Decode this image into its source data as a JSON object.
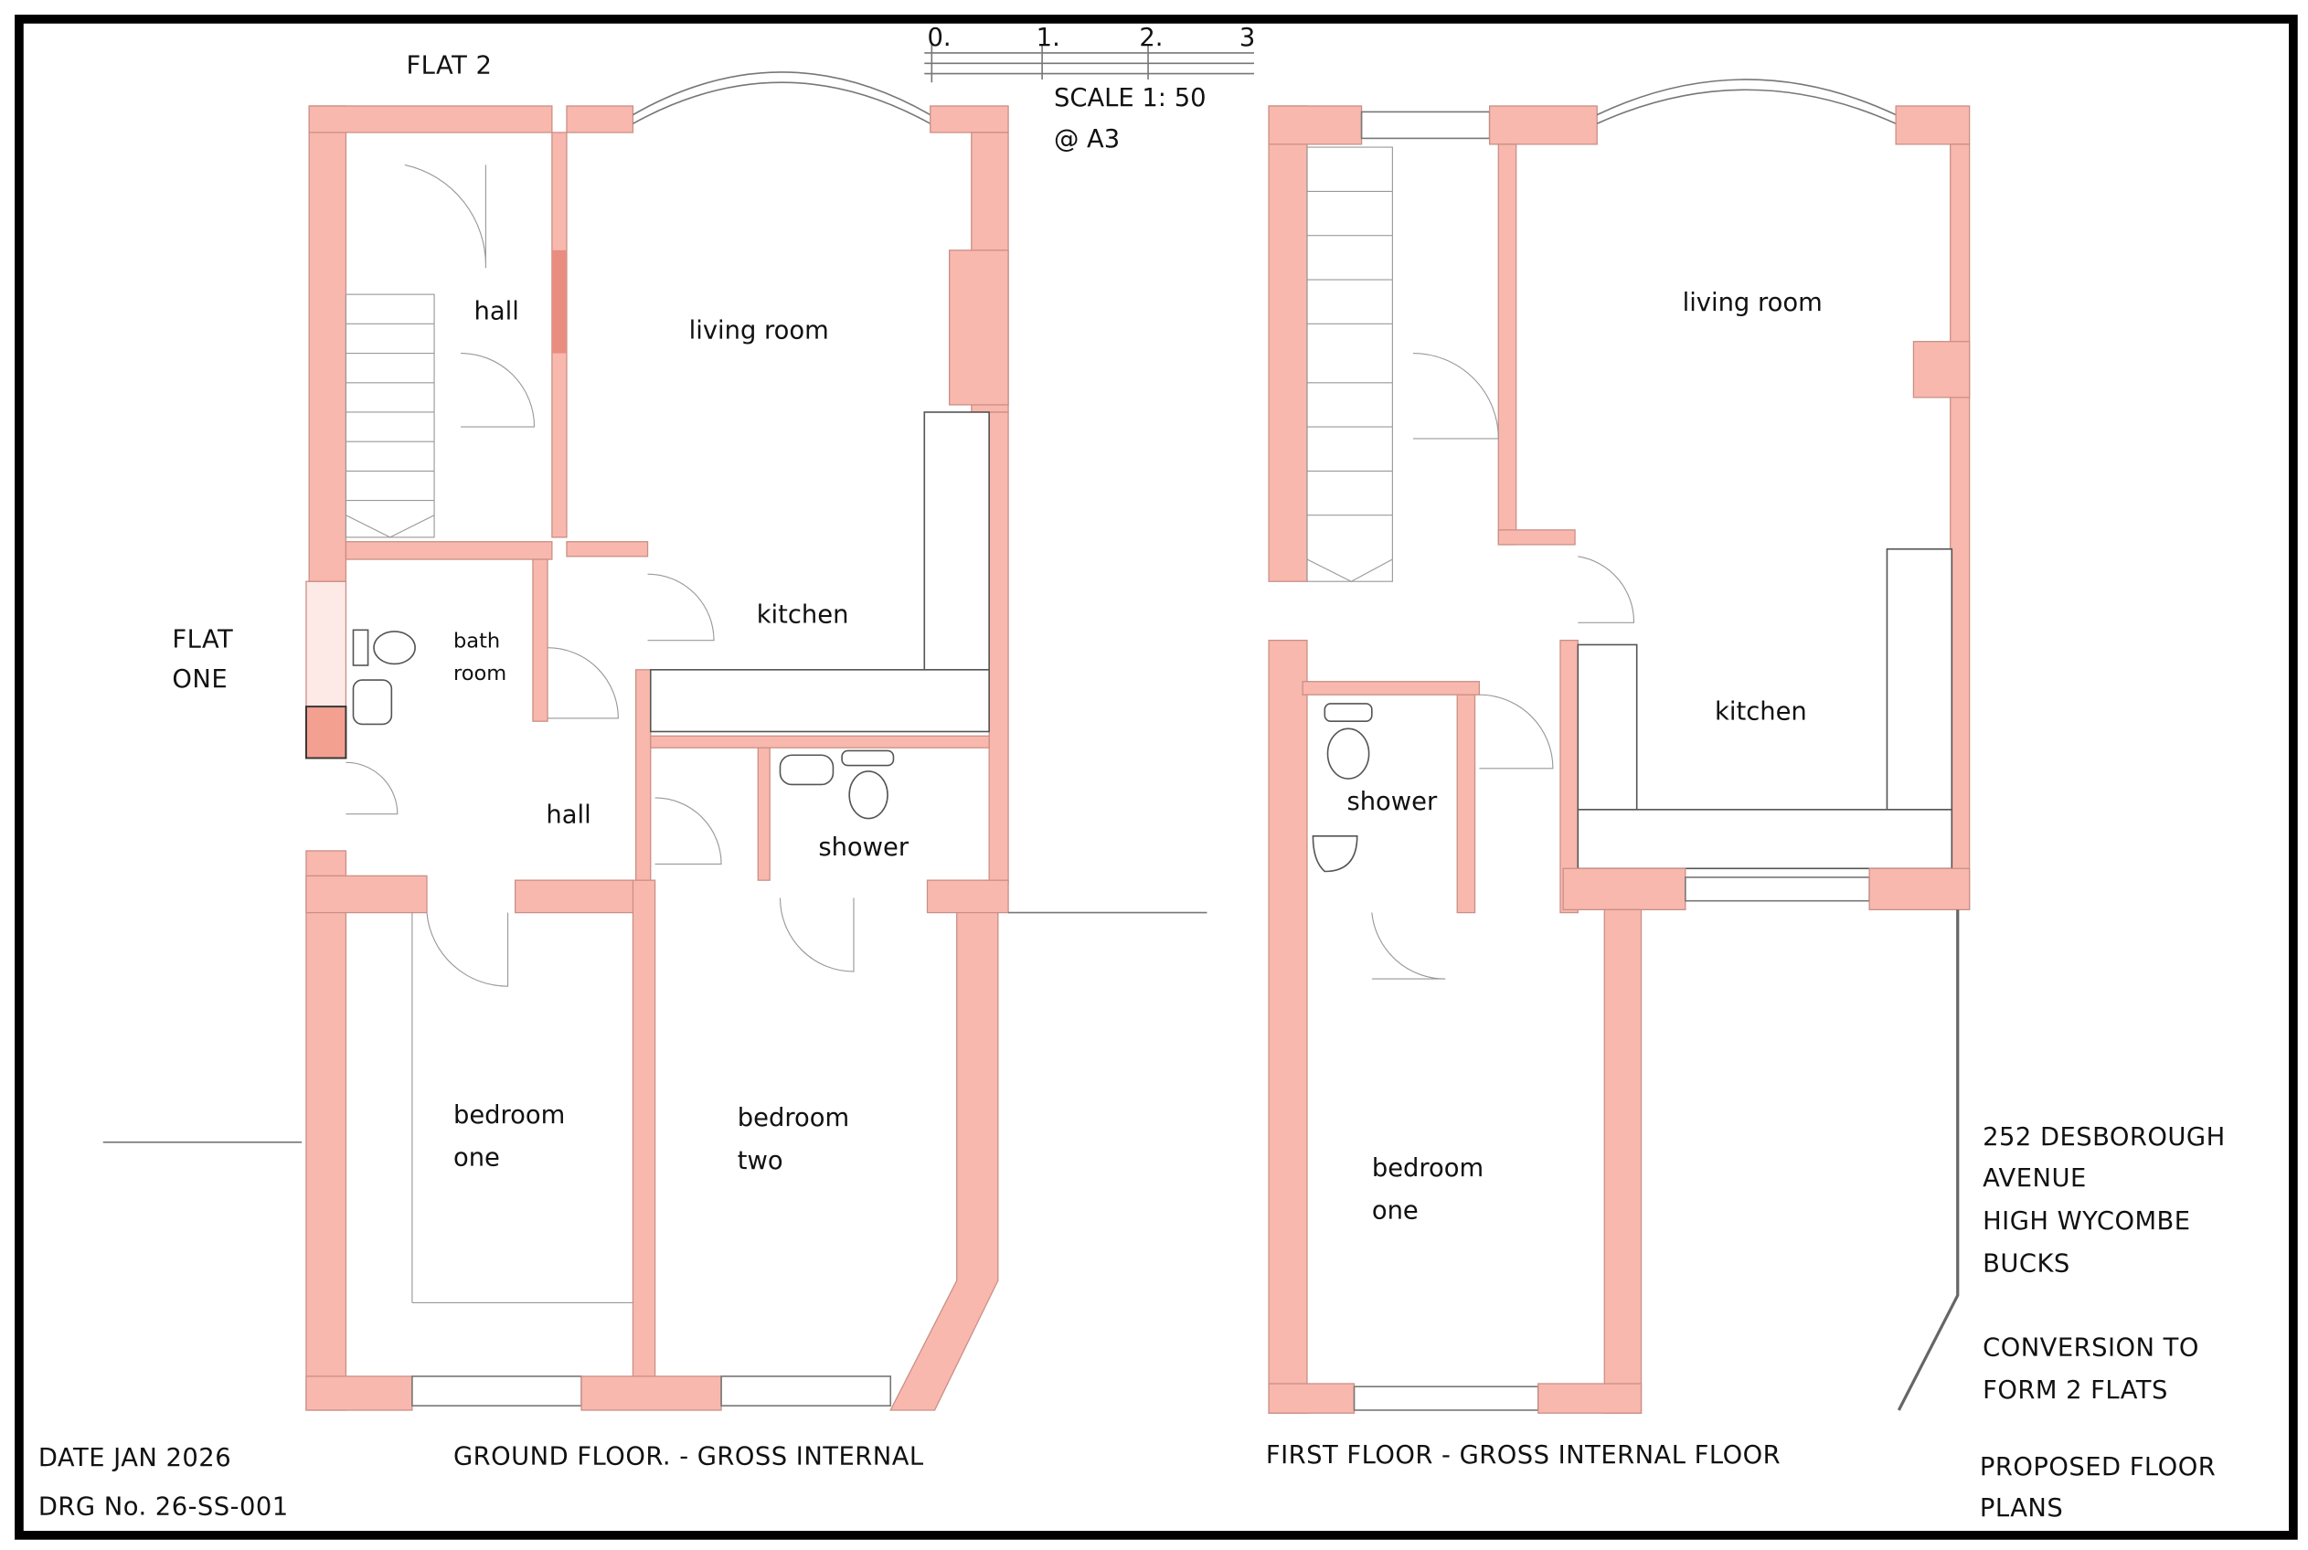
{
  "scale_bar": {
    "ticks": [
      "0.",
      "1.",
      "2.",
      "3"
    ],
    "scale": "SCALE 1: 50",
    "paper": "@ A3"
  },
  "ground_floor": {
    "flat_top": "FLAT 2",
    "flat_side": [
      "FLAT",
      "ONE"
    ],
    "rooms": {
      "hall_upper": "hall",
      "living": "living room",
      "kitchen": "kitchen",
      "bath": [
        "bath",
        "room"
      ],
      "hall_lower": "hall",
      "shower": "shower",
      "bedroom_one": [
        "bedroom",
        "one"
      ],
      "bedroom_two": [
        "bedroom",
        "two"
      ]
    },
    "caption": "GROUND FLOOR. -  GROSS INTERNAL"
  },
  "first_floor": {
    "rooms": {
      "living": "living room",
      "kitchen": "kitchen",
      "shower": "shower",
      "bedroom_one": [
        "bedroom",
        "one"
      ]
    },
    "caption": "FIRST FLOOR - GROSS INTERNAL FLOOR"
  },
  "title_block": {
    "date": "DATE JAN 2026",
    "drawing_no": "DRG No. 26-SS-001",
    "address": [
      "252 DESBOROUGH",
      "AVENUE",
      "HIGH WYCOMBE",
      "BUCKS"
    ],
    "description": [
      "CONVERSION TO",
      "FORM 2 FLATS"
    ],
    "sheet": [
      "PROPOSED FLOOR",
      "PLANS"
    ]
  },
  "colors": {
    "wall": "#f9b8ad",
    "frame": "#000000"
  }
}
